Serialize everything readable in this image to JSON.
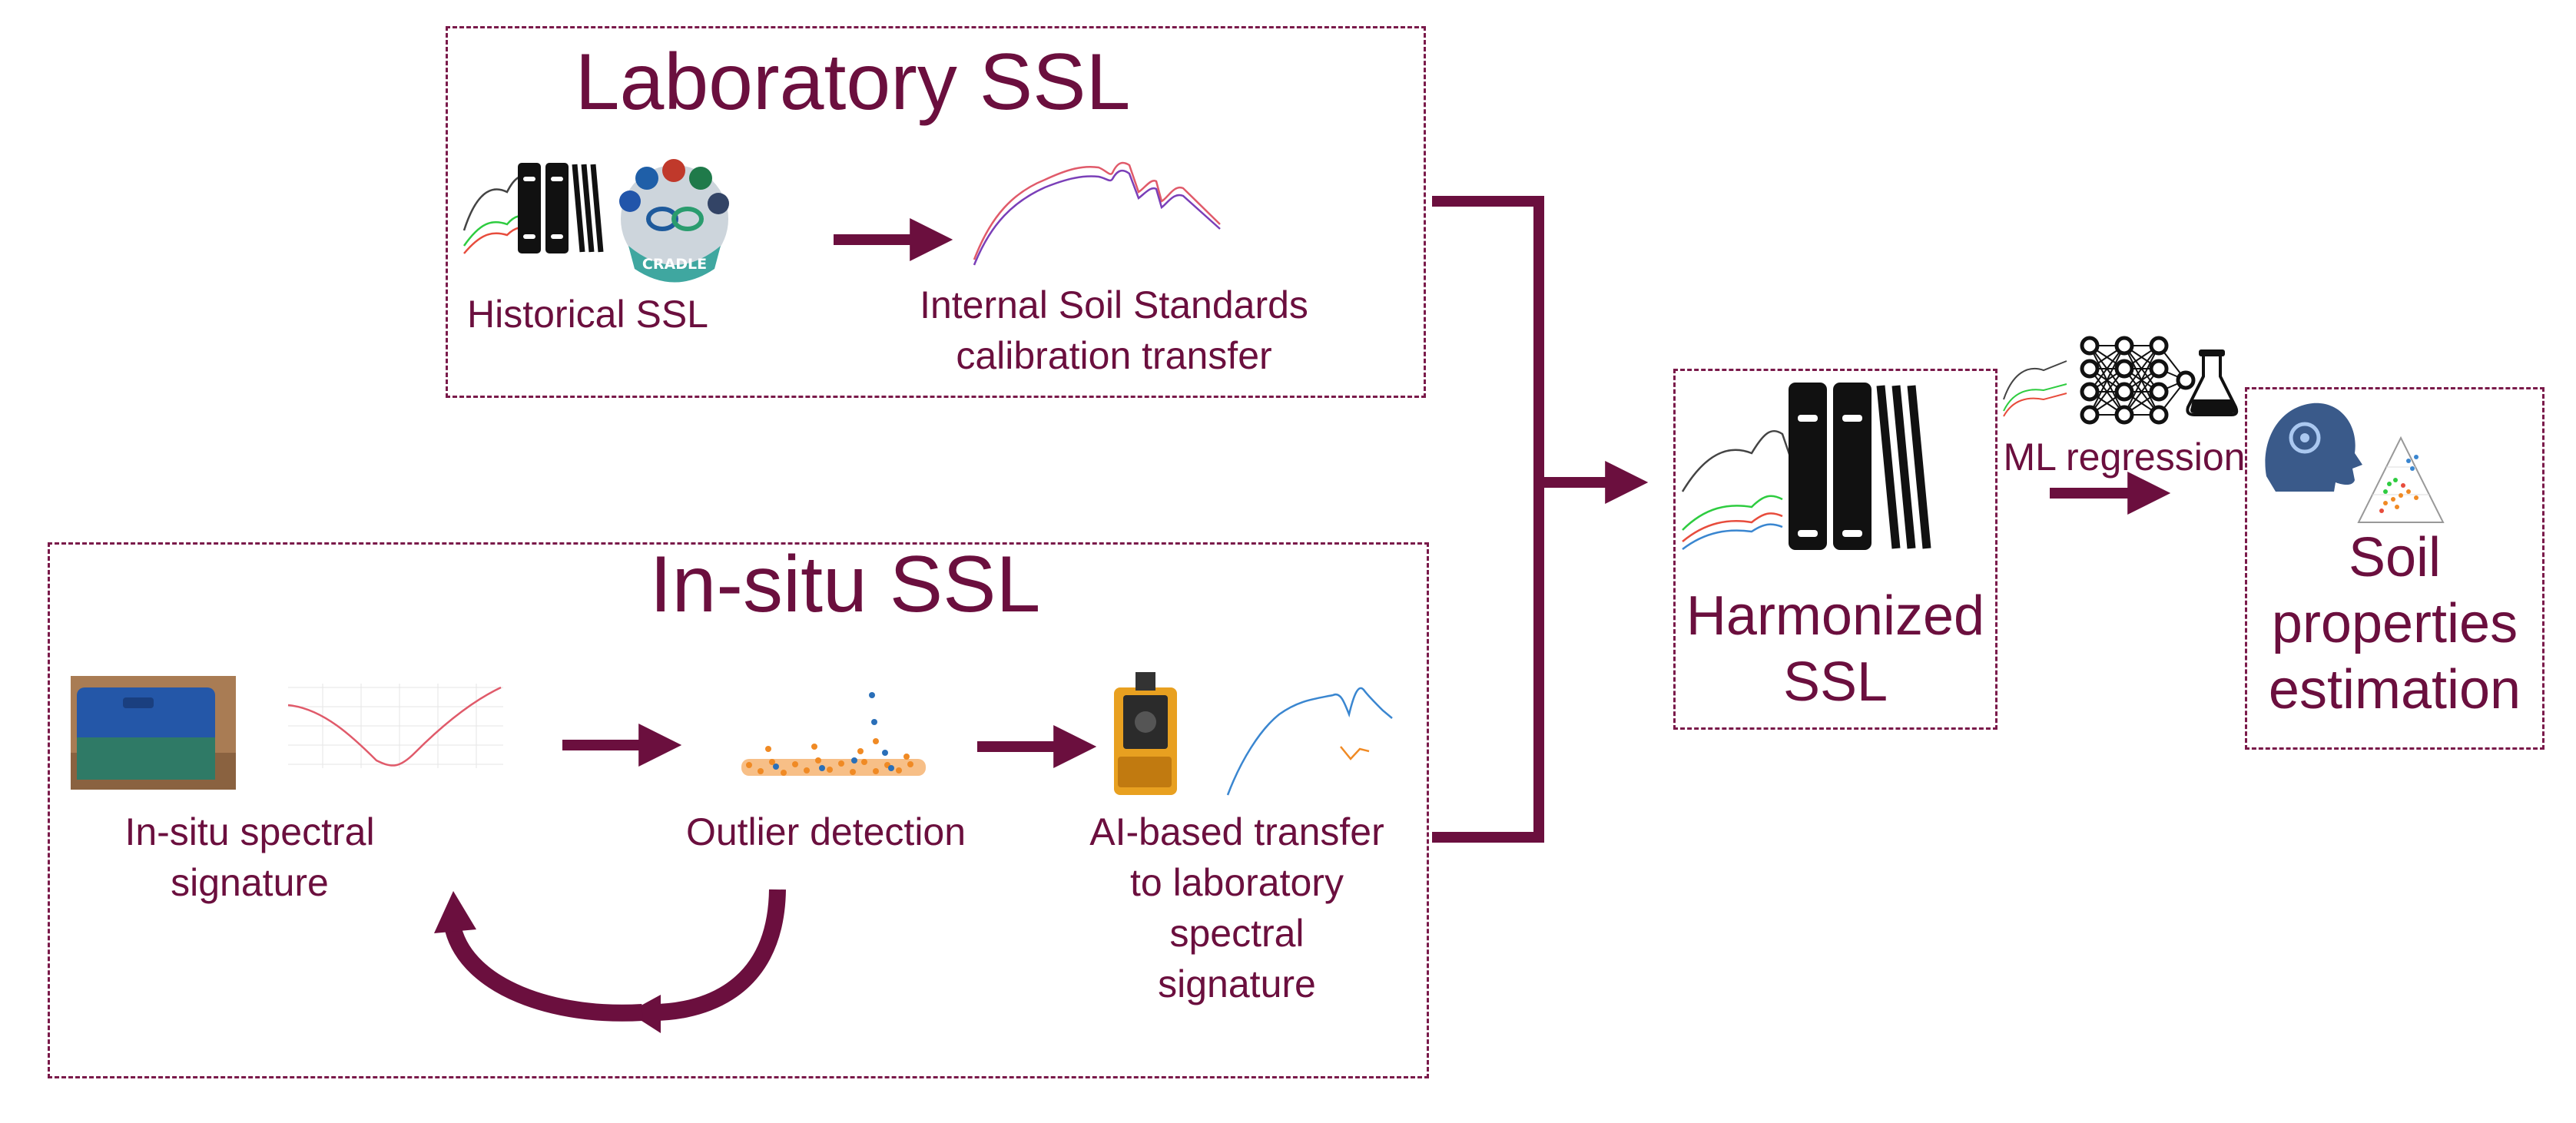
{
  "colors": {
    "accent": "#6b0f3e",
    "border": "#7a1a4a"
  },
  "laboratory": {
    "title": "Laboratory SSL",
    "historical_label": "Historical SSL",
    "standards_label_line1": "Internal Soil Standards",
    "standards_label_line2": "calibration transfer",
    "logo_text": "CRADLE"
  },
  "insitu": {
    "title": "In-situ SSL",
    "spectral_label_line1": "In-situ spectral",
    "spectral_label_line2": "signature",
    "outlier_label": "Outlier detection",
    "transfer_label_line1": "AI-based transfer",
    "transfer_label_line2": "to laboratory",
    "transfer_label_line3": "spectral",
    "transfer_label_line4": "signature"
  },
  "harmonized": {
    "line1": "Harmonized",
    "line2": "SSL"
  },
  "ml": {
    "label": "ML regression"
  },
  "soil": {
    "line1": "Soil",
    "line2": "properties",
    "line3": "estimation"
  },
  "icons": [
    "spectra-icon",
    "books-icon",
    "geo-cradle-logo",
    "soil-sensor-photo",
    "scatter-plot-icon",
    "spectrometer-icon",
    "neural-network-icon",
    "flask-icon",
    "brain-gear-icon",
    "ternary-plot-icon"
  ]
}
